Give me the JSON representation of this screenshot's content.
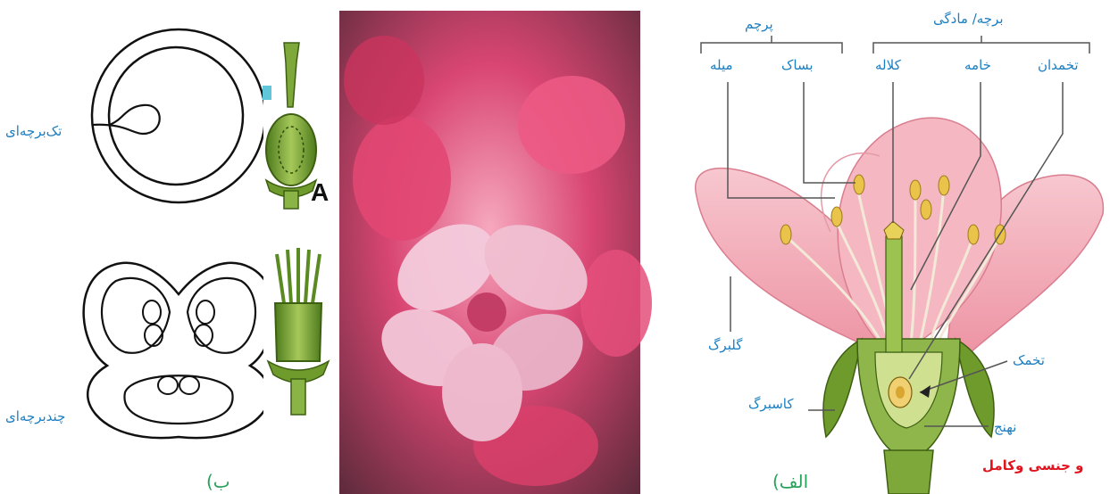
{
  "labels": {
    "pistil_group": "برچه/ مادگی",
    "stamen_group": "پرچم",
    "ovary": "تخمدان",
    "style": "خامه",
    "stigma": "کلاله",
    "anther": "بساک",
    "filament": "میله",
    "petal": "گلبرگ",
    "ovule": "تخمک",
    "sepal": "کاسبرگ",
    "receptacle": "نهنج",
    "single_carpel": "تک‌برچه‌ای",
    "multi_carpel": "چندبرچه‌ای"
  },
  "captions": {
    "a": "الف)",
    "b": "ب)"
  },
  "side_text": "و جنسی وکامل",
  "fragment_letter": "A",
  "colors": {
    "label_blue": "#1c7fc2",
    "caption_green": "#2aa15b",
    "accent_red": "#e0141e",
    "petal_pink": "#f2a9b4",
    "plant_green": "#6f9a2c"
  }
}
